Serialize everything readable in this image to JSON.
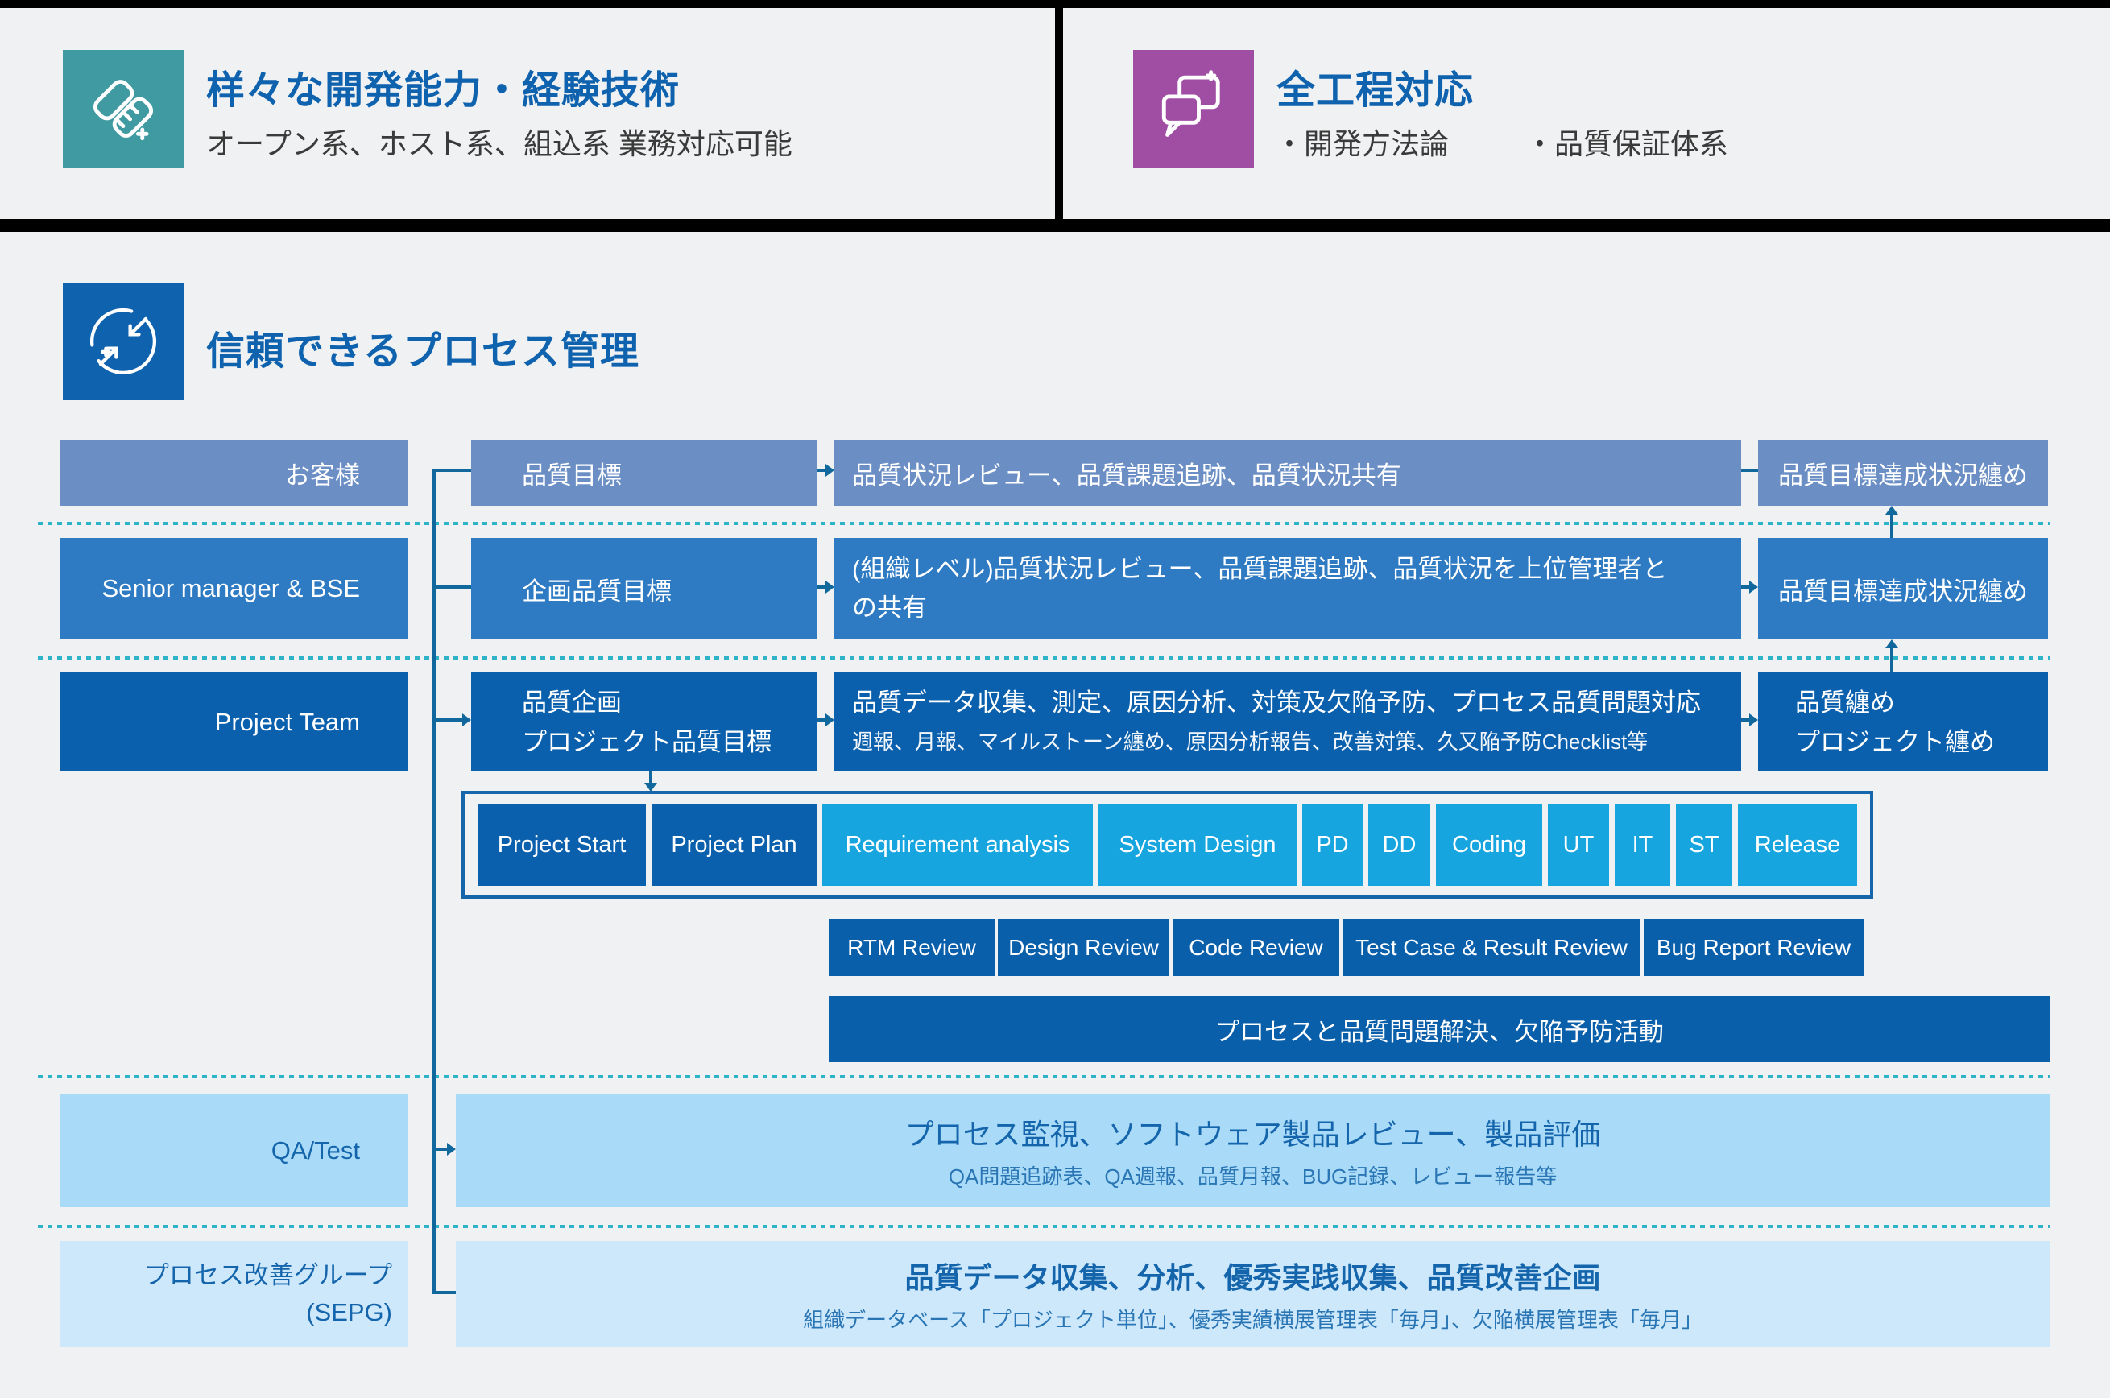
{
  "header": {
    "left": {
      "icon": "handshake-icon",
      "title": "样々な開発能力・経験技術",
      "subtitle": "オープン系、ホスト系、組込系 業務対応可能"
    },
    "right": {
      "icon": "chat-bubbles-icon",
      "title": "全工程対応",
      "bullet1": "・開発方法論",
      "bullet2": "・品質保証体系"
    }
  },
  "section": {
    "icon": "converge-arrows-icon",
    "title": "信頼できるプロセス管理"
  },
  "rows": {
    "customer": {
      "label": "お客様",
      "goal": "品質目標",
      "activity": "品質状況レビュー、品質課題追跡、品質状況共有",
      "result": "品質目標達成状況纏め"
    },
    "senior": {
      "label": "Senior manager & BSE",
      "goal": "企画品質目標",
      "activity_line1": "(組織レベル)品質状況レビュー、品質課題追跡、品質状況を上位管理者と",
      "activity_line2": "の共有",
      "result": "品質目標達成状況纏め"
    },
    "project": {
      "label": "Project Team",
      "goal_line1": "品質企画",
      "goal_line2": "プロジェクト品質目標",
      "activity_line1": "品質データ収集、測定、原因分析、対策及欠陥予防、プロセス品質問題対応",
      "activity_line2": "週報、月報、マイルストーン纏め、原因分析報告、改善対策、久又陥予防Checklist等",
      "result_line1": "品質纏め",
      "result_line2": "プロジェクト纏め"
    },
    "qa": {
      "label": "QA/Test",
      "title": "プロセス監視、ソフトウェア製品レビュー、製品評価",
      "subtitle": "QA問題追跡表、QA週報、品質月報、BUG記録、レビュー報告等"
    },
    "sepg": {
      "label_line1": "プロセス改善グループ",
      "label_line2": "(SEPG)",
      "title": "品質データ収集、分析、優秀実践収集、品質改善企画",
      "subtitle": "組織データベース「プロジェクト単位」、優秀実績横展管理表「毎月」、欠陥横展管理表「毎月」"
    }
  },
  "process": {
    "phases": [
      "Project Start",
      "Project Plan",
      "Requirement analysis",
      "System Design",
      "PD",
      "DD",
      "Coding",
      "UT",
      "IT",
      "ST",
      "Release"
    ]
  },
  "reviews": [
    "RTM Review",
    "Design Review",
    "Code Review",
    "Test Case & Result Review",
    "Bug Report Review"
  ],
  "solve": {
    "label": "プロセスと品質問題解決、欠陥予防活動"
  },
  "colors": {
    "accent_blue": "#0f62ae",
    "teal_icon": "#3f9ba1",
    "purple_icon": "#a04ea4",
    "row_customer": "#6b8fc5",
    "row_senior": "#2e7bc3",
    "row_project": "#0a60ad",
    "phase_cyan": "#17a5e0",
    "review_blue": "#0a5fab",
    "qa_bg": "#a9dbf8",
    "sepg_bg": "#cde8fb",
    "dotted_separator": "#2eb3c9",
    "connector": "#11689c",
    "subtitle_gray": "#3a3a3a",
    "qa_text": "#1465ab"
  }
}
